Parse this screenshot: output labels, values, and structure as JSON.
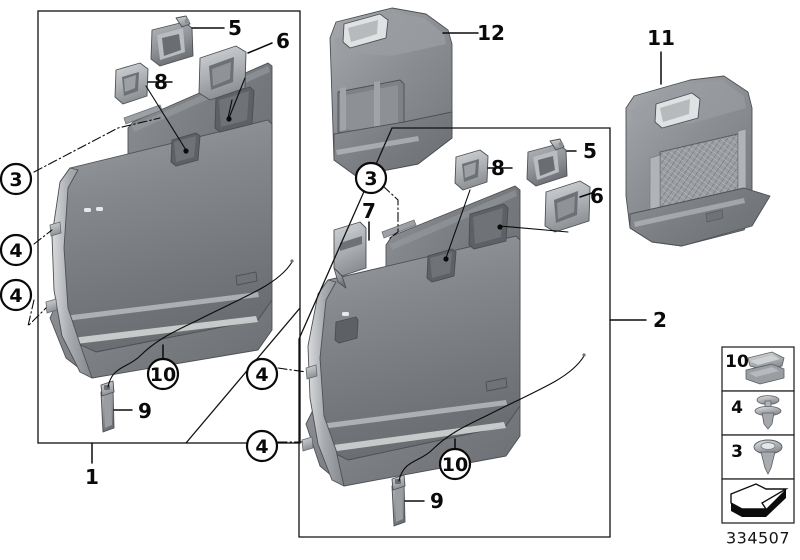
{
  "diagram": {
    "id_number": "334507",
    "background_color": "#ffffff",
    "line_color": "#0b0b0b",
    "part_fill_color": "#7f8185",
    "part_fill_light": "#b9bcbf",
    "part_fill_dark": "#5e6165"
  },
  "assemblies": [
    {
      "name": "left-trim-assembly",
      "group_label": "1",
      "callouts": [
        "5",
        "6",
        "8",
        "3",
        "4",
        "4",
        "10",
        "9",
        "1"
      ]
    },
    {
      "name": "right-trim-assembly",
      "group_label": "2",
      "callouts": [
        "3",
        "7",
        "8",
        "5",
        "6",
        "4",
        "4",
        "10",
        "9",
        "2"
      ]
    }
  ],
  "callouts": {
    "left_box": {
      "c5": "5",
      "c6": "6",
      "c8": "8",
      "c3": "3",
      "c4_upper": "4",
      "c4_lower": "4",
      "c10": "10",
      "c9": "9",
      "c1": "1"
    },
    "center_top": {
      "c12": "12"
    },
    "right_box": {
      "c3": "3",
      "c7": "7",
      "c8": "8",
      "c5": "5",
      "c6": "6",
      "c4_upper": "4",
      "c4_lower": "4",
      "c10": "10",
      "c9": "9",
      "c2": "2"
    },
    "right_part": {
      "c11": "11"
    }
  },
  "legend": {
    "rows": [
      {
        "number": "10",
        "icon": "metal-spring-clip-icon"
      },
      {
        "number": "4",
        "icon": "push-pin-rivet-icon"
      },
      {
        "number": "3",
        "icon": "grommet-plug-icon"
      }
    ],
    "symbol_cell": {
      "icon": "direction-arrow-icon"
    },
    "id_label": "334507"
  }
}
